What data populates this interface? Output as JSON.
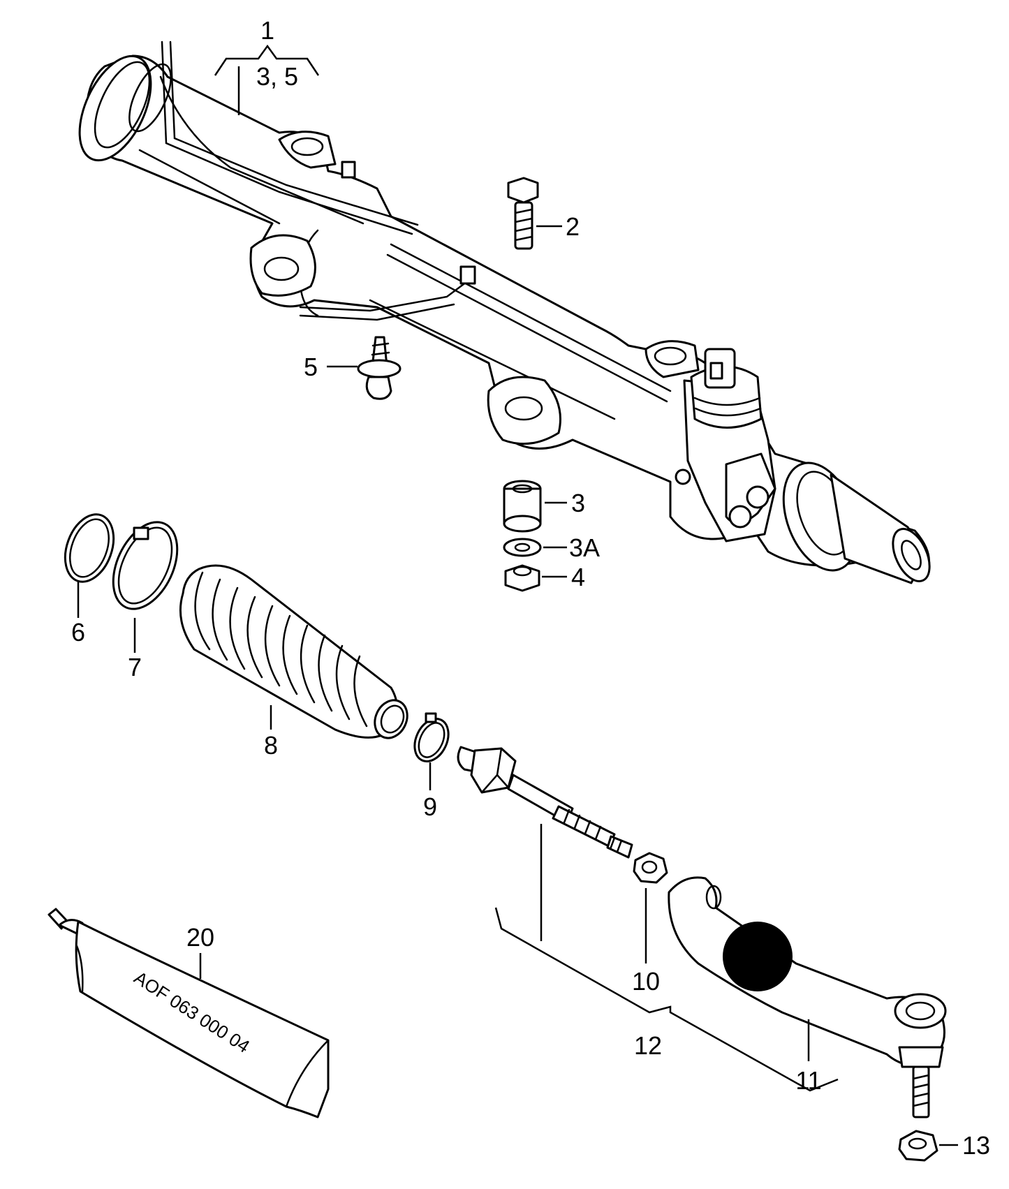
{
  "callouts": {
    "c1": "1",
    "c1_sub": "3, 5",
    "c2": "2",
    "c3": "3",
    "c3a": "3A",
    "c4": "4",
    "c5": "5",
    "c6": "6",
    "c7": "7",
    "c8": "8",
    "c9": "9",
    "c10": "10",
    "c11": "11",
    "c12": "12",
    "c13": "13",
    "c20": "20"
  },
  "tube_label": "AOF 063 000 04",
  "colors": {
    "line": "#000000",
    "background": "#ffffff",
    "marker": "#000000"
  }
}
